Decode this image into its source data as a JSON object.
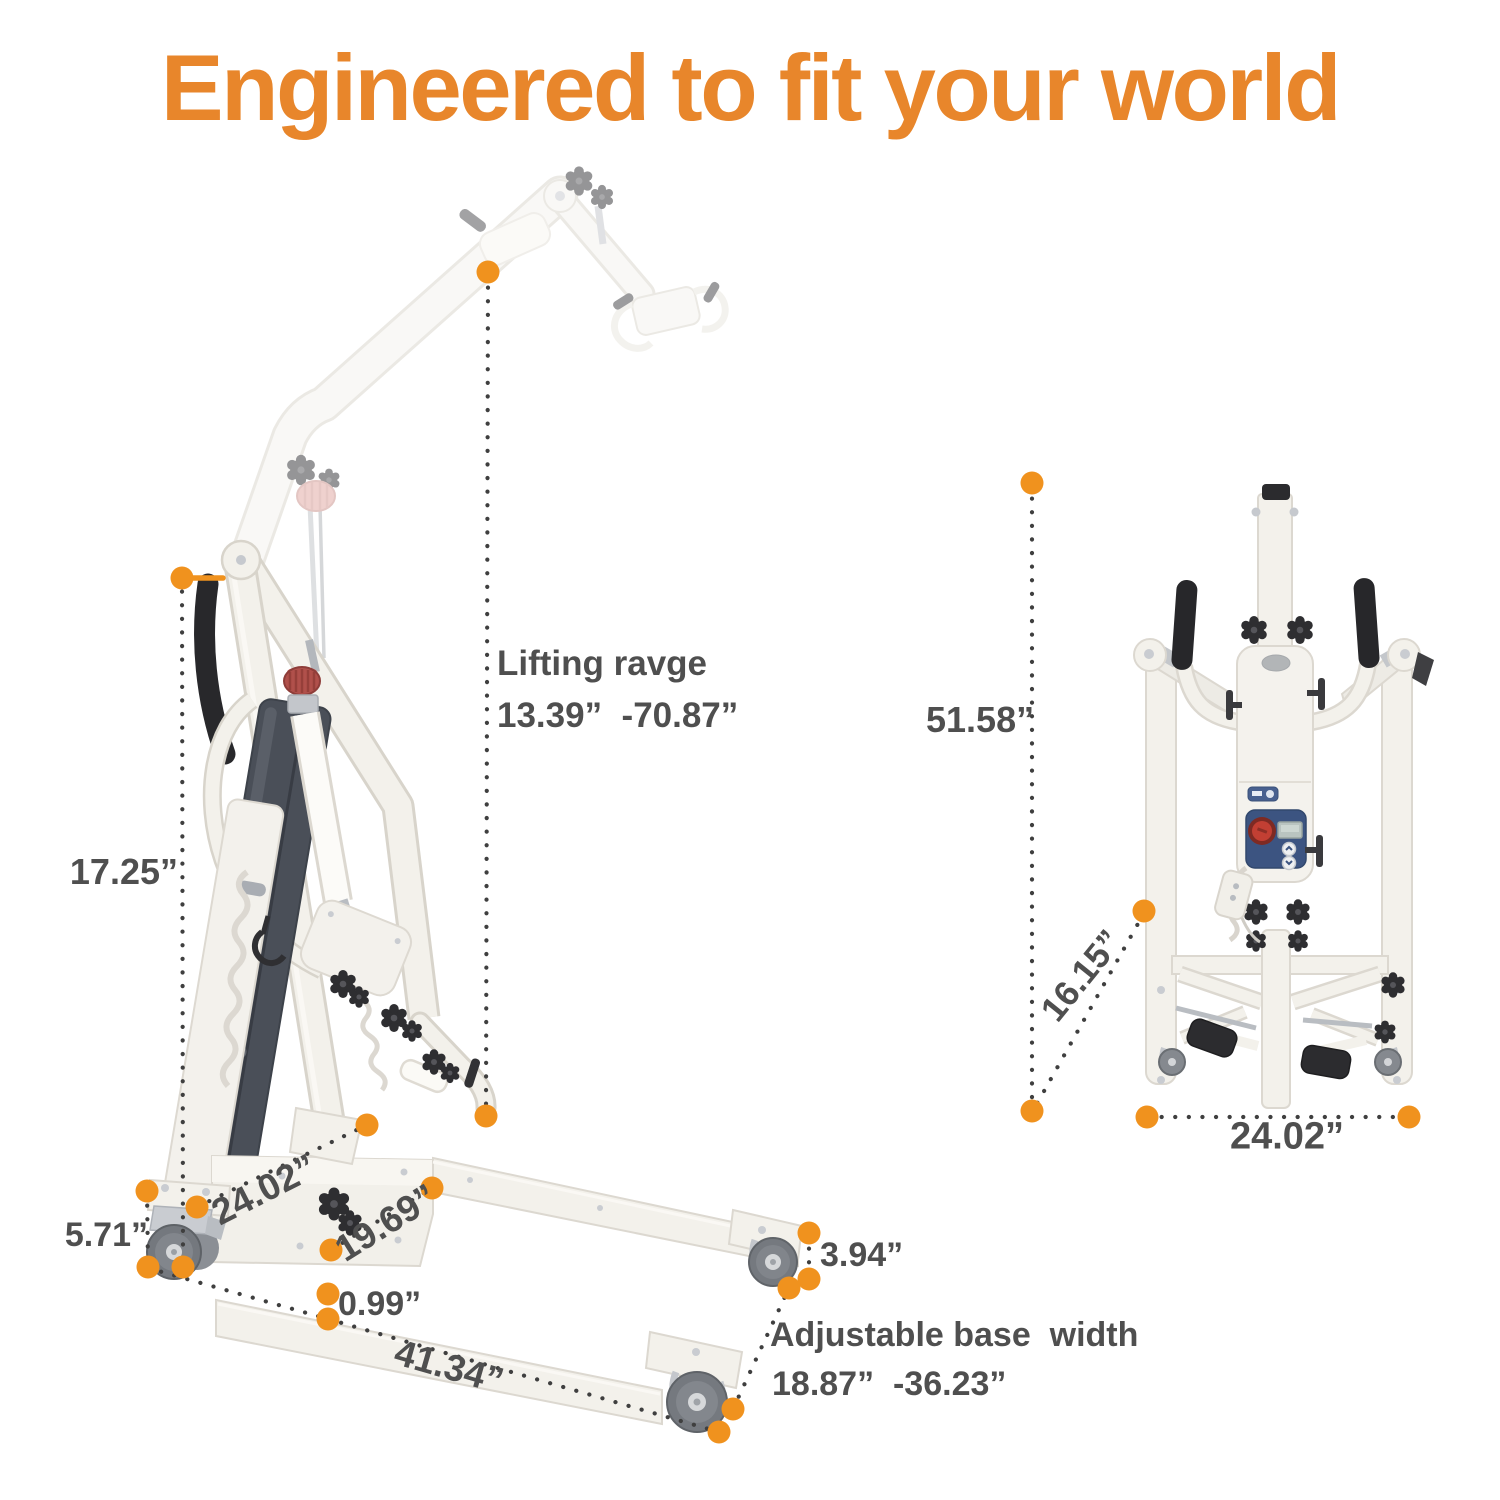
{
  "title": "Engineered to fit your world",
  "colors": {
    "title_orange": "#E8862B",
    "marker_orange": "#F0921E",
    "dimension_text": "#4F4F4F",
    "dotted_line": "#3F3F3F",
    "device_body": "#F3F1EB",
    "device_outline": "#D8D4CB",
    "panel_blue": "#3C5481",
    "estop_red": "#C23F33"
  },
  "side_view": {
    "labels": {
      "lifting_range_title": "Lifting ravge",
      "lifting_range_value": "13.39”  -70.87”",
      "handle_height": "17.25”",
      "caster_height": "5.71”",
      "base_rear_width": "24.02”",
      "base_plate_width": "19.69”",
      "ground_clearance": "0.99”",
      "base_length": "41.34”",
      "front_caster_height": "3.94”",
      "adjustable_base_title": "Adjustable base  width",
      "adjustable_base_value": "18.87”  -36.23”"
    }
  },
  "folded_view": {
    "labels": {
      "folded_height": "51.58”",
      "folded_depth": "16.15”",
      "folded_width": "24.02”"
    }
  }
}
